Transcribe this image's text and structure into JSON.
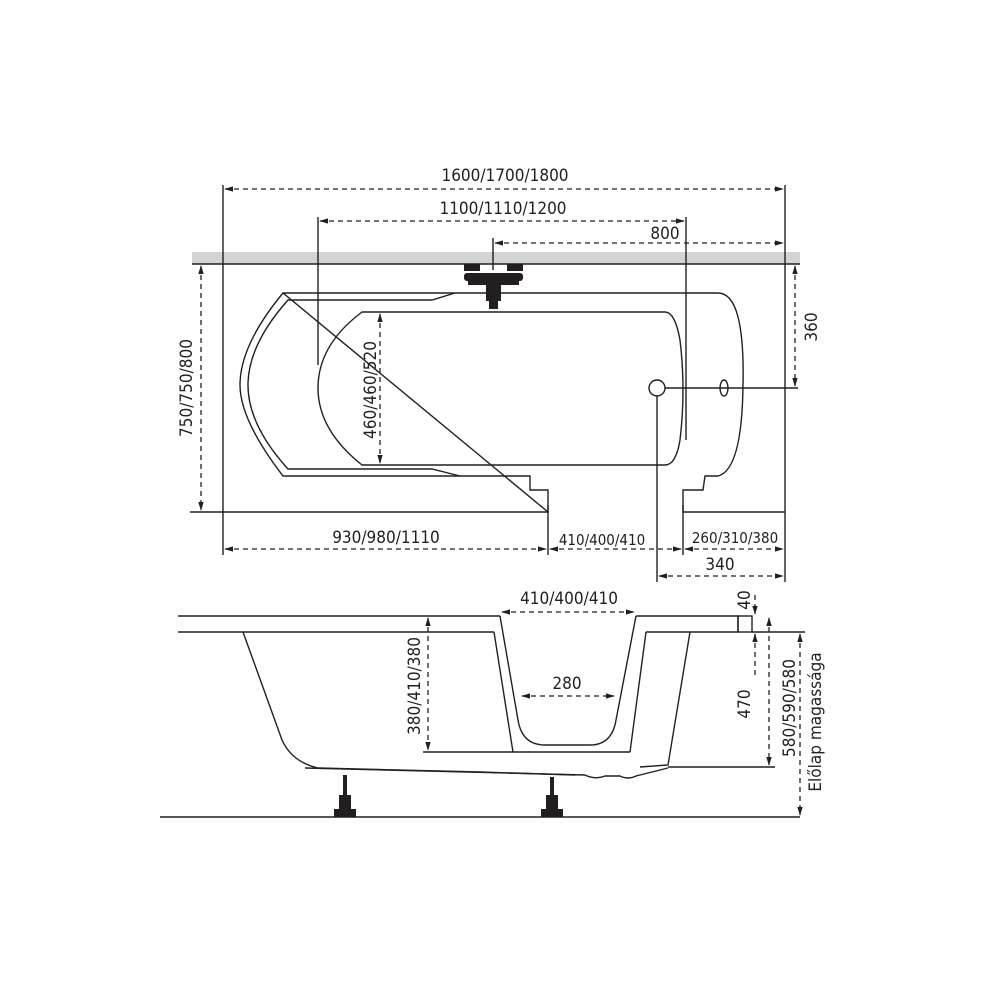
{
  "top_view": {
    "overall_length": "1600/1700/1800",
    "inner_length": "1100/1110/1200",
    "faucet_offset": "800",
    "overall_width": "750/750/800",
    "inner_width": "460/460/520",
    "drain_offset": "360",
    "left_section": "930/980/1110",
    "door_width": "410/400/410",
    "right_section": "260/310/380",
    "drain_from_end": "340"
  },
  "side_view": {
    "door_top_width": "410/400/410",
    "door_bottom_width": "280",
    "door_sill_height": "380/410/380",
    "rim_thickness": "40",
    "depth": "470",
    "total_height": "580/590/580",
    "panel_height_label": "Előlap magassága"
  },
  "colors": {
    "line": "#231f20",
    "wall": "#d1d3d4"
  }
}
